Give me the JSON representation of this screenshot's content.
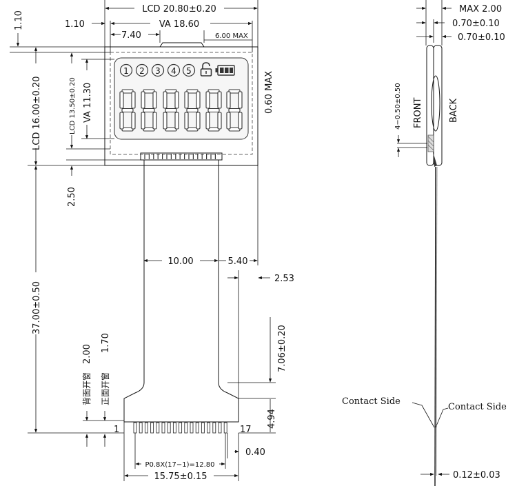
{
  "front": {
    "lcd_width": "LCD  20.80±0.20",
    "va_width": "VA  18.60",
    "left_margin": "1.10",
    "offset_740": "7.40",
    "tab_max": "6.00  MAX",
    "top_margin": "1.10",
    "lcd_height": "LCD  16.00±0.20",
    "lcd_inner": "LCD  13.50±0.20",
    "va_height": "VA  11.30",
    "thick_max": "0.60  MAX",
    "gap_250": "2.50",
    "fpc_length": "37.00±0.50",
    "fpc_width": "10.00",
    "fpc_offset": "5.40",
    "fpc_offset2": "2.53",
    "fpc_stiff": "7.06±0.20",
    "window_back_label": "背面开窗",
    "window_back_value": "2.00",
    "window_front_label": "正面开窗",
    "window_front_value": "1.70",
    "pin_first": "1",
    "pin_last": "17",
    "contact_len": "4.94",
    "pin_end": "0.40",
    "pitch": "P0.8X(17−1)=12.80",
    "total_width": "15.75±0.15",
    "icons": [
      "1",
      "2",
      "3",
      "4",
      "5"
    ],
    "lock_icon": "lock-icon",
    "battery_icon": "battery-icon"
  },
  "side": {
    "max_thick": "MAX  2.00",
    "glass1": "0.70±0.10",
    "glass2": "0.70±0.10",
    "seal": "4−0.50±0.50",
    "front_label": "FRONT",
    "back_label": "BACK",
    "contact_left": "Contact Side",
    "contact_right": "Contact Side",
    "fpc_thick": "0.12±0.03"
  }
}
